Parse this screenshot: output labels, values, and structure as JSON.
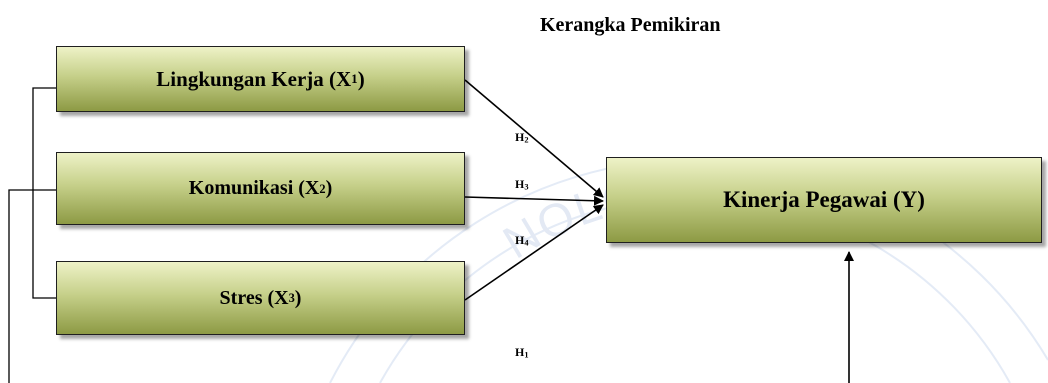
{
  "title": "Kerangka Pemikiran",
  "boxes": {
    "x1": {
      "label": "Lingkungan Kerja (X",
      "sub": "1",
      "close": ")"
    },
    "x2": {
      "label": "Komunikasi (X",
      "sub": "2",
      "close": ")"
    },
    "x3": {
      "label": "Stres (X",
      "sub": "3",
      "close": ")"
    },
    "y": {
      "label": "Kinerja Pegawai (Y)"
    }
  },
  "hypotheses": {
    "h1": {
      "letter": "H",
      "sub": "1"
    },
    "h2": {
      "letter": "H",
      "sub": "2"
    },
    "h3": {
      "letter": "H",
      "sub": "3"
    },
    "h4": {
      "letter": "H",
      "sub": "4"
    }
  },
  "watermark": "NOLOGI DAN"
}
